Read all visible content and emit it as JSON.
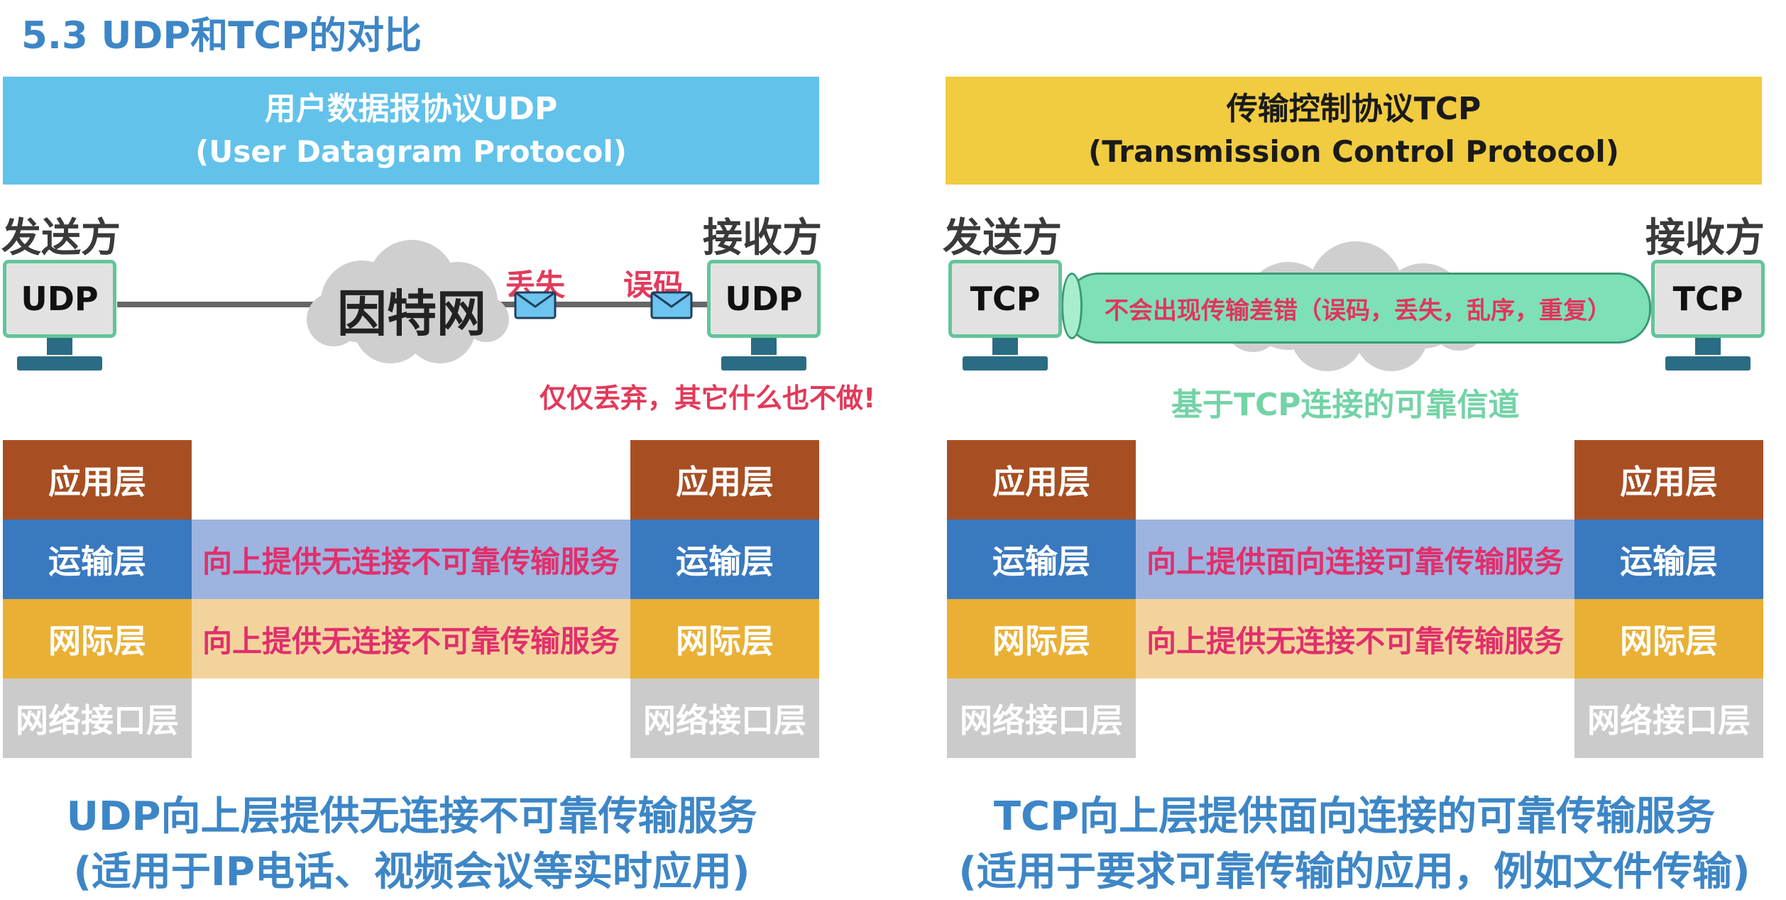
{
  "title": "5.3 UDP和TCP的对比",
  "udp": {
    "banner_line1": "用户数据报协议UDP",
    "banner_line2": "(User Datagram Protocol)",
    "sender": "发送方",
    "receiver": "接收方",
    "pc_label": "UDP",
    "internet": "因特网",
    "loss": "丢失",
    "bit_error": "误码",
    "note": "仅仅丢弃，其它什么也不做!",
    "layers": [
      "应用层",
      "运输层",
      "网际层",
      "网络接口层"
    ],
    "transport_service": "向上提供无连接不可靠传输服务",
    "network_service": "向上提供无连接不可靠传输服务",
    "summary_line1": "UDP向上层提供无连接不可靠传输服务",
    "summary_line2": "(适用于IP电话、视频会议等实时应用)"
  },
  "tcp": {
    "banner_line1": "传输控制协议TCP",
    "banner_line2": "(Transmission Control Protocol)",
    "sender": "发送方",
    "receiver": "接收方",
    "pc_label": "TCP",
    "pipe_text": "不会出现传输差错（误码，丢失，乱序，重复）",
    "channel_caption": "基于TCP连接的可靠信道",
    "layers": [
      "应用层",
      "运输层",
      "网际层",
      "网络接口层"
    ],
    "transport_service": "向上提供面向连接可靠传输服务",
    "network_service": "向上提供无连接不可靠传输服务",
    "summary_line1": "TCP向上层提供面向连接的可靠传输服务",
    "summary_line2": "(适用于要求可靠传输的应用，例如文件传输)"
  },
  "colors": {
    "udp_banner": "#62c2ea",
    "tcp_banner": "#f1cb40",
    "application_layer": "#a74f23",
    "transport_layer": "#3979c0",
    "network_layer": "#eab035",
    "link_layer": "#cbcbcb",
    "title": "#3d86c6",
    "highlight_text": "#e12f6c"
  }
}
